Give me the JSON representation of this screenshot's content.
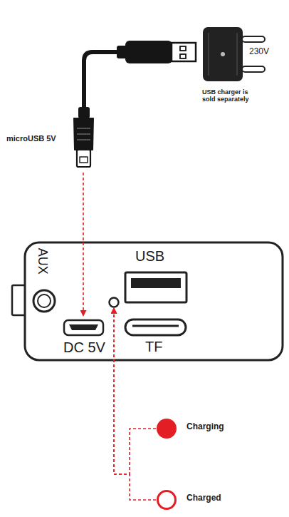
{
  "diagram": {
    "nodes": [
      {
        "text": [
          "230V",
          "USB charger is sold separately"
        ]
      },
      {
        "text": [
          "microUSB 5V"
        ]
      },
      {
        "text": [
          "AUX",
          "USB",
          "TF"
        ]
      },
      {
        "text": [
          "DC 5V"
        ],
        "in": 2
      },
      {
        "text": [
          "Charging"
        ]
      },
      {
        "text": [
          "Charged"
        ]
      }
    ],
    "edges": [
      {
        "from": 1,
        "to": 3,
        "arrow": "to"
      },
      {
        "from": 4,
        "to": 2,
        "arrow": "to"
      },
      {
        "from": 5,
        "to": 2,
        "arrow": "to"
      }
    ]
  }
}
